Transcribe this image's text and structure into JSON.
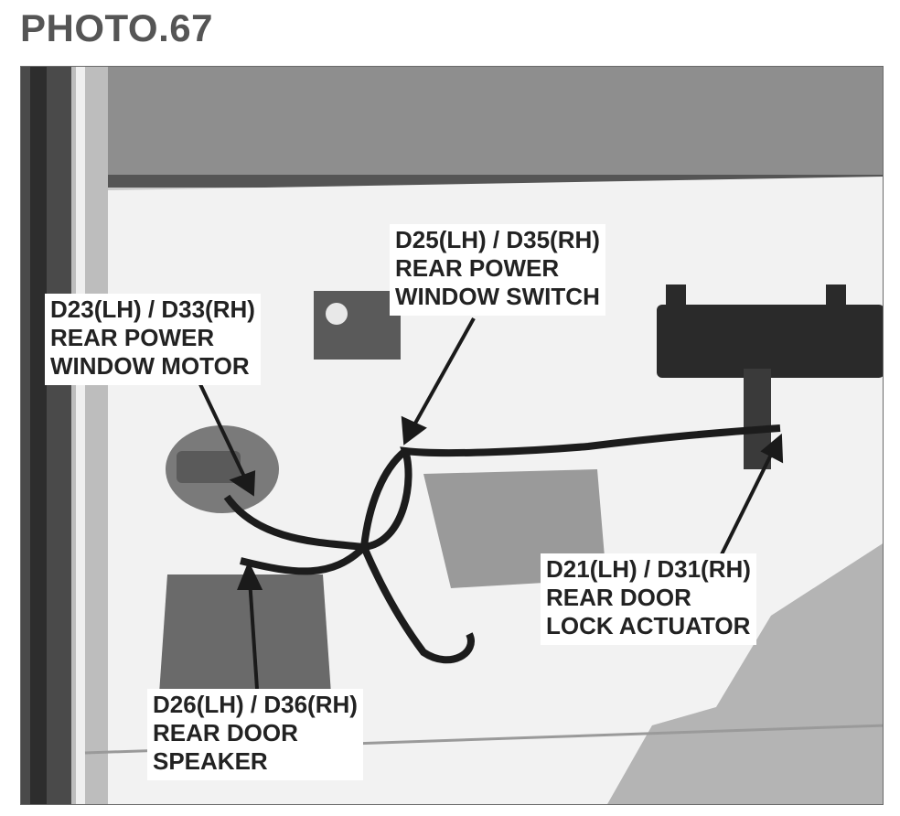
{
  "figure": {
    "title": "PHOTO.67"
  },
  "callouts": [
    {
      "id": "d25",
      "lines": [
        "D25(LH) / D35(RH)",
        "REAR POWER",
        "WINDOW SWITCH"
      ]
    },
    {
      "id": "d23",
      "lines": [
        "D23(LH) / D33(RH)",
        "REAR POWER",
        "WINDOW MOTOR"
      ]
    },
    {
      "id": "d21",
      "lines": [
        "D21(LH) / D31(RH)",
        "REAR DOOR",
        "LOCK ACTUATOR"
      ]
    },
    {
      "id": "d26",
      "lines": [
        "D26(LH) / D36(RH)",
        "REAR DOOR",
        "SPEAKER"
      ]
    }
  ],
  "colors": {
    "title": "#555555",
    "text": "#222222",
    "arrow": "#1a1a1a",
    "door_panel": "#f2f2f2",
    "glass": "#8e8e8e",
    "harness": "#1c1c1c"
  }
}
